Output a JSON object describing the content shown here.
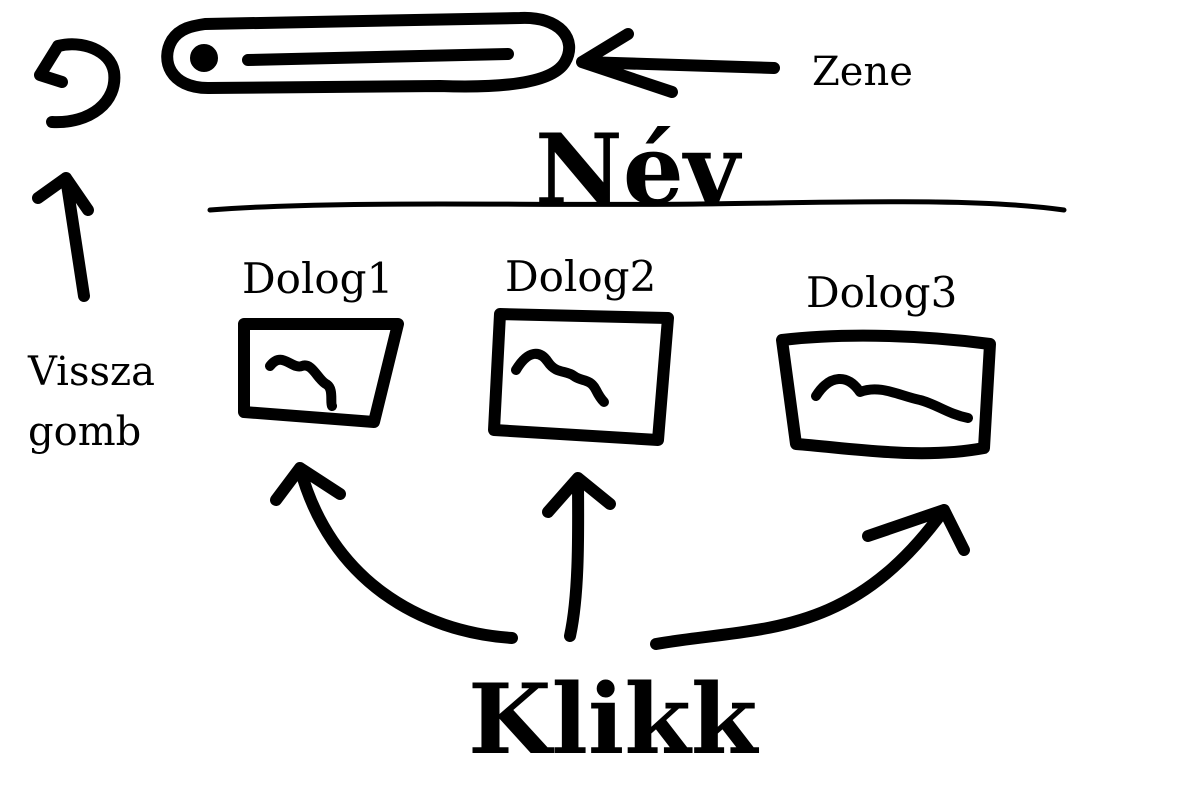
{
  "colors": {
    "ink": "#000000",
    "background": "#ffffff"
  },
  "labels": {
    "music": "Zene",
    "title": "Név",
    "item1": "Dolog1",
    "item2": "Dolog2",
    "item3": "Dolog3",
    "back_line1": "Vissza",
    "back_line2": "gomb",
    "click": "Klikk"
  },
  "icons": {
    "back": "undo-arrow-icon",
    "music_player": "music-slider-icon",
    "thumbnail": "image-thumbnail-icon"
  }
}
